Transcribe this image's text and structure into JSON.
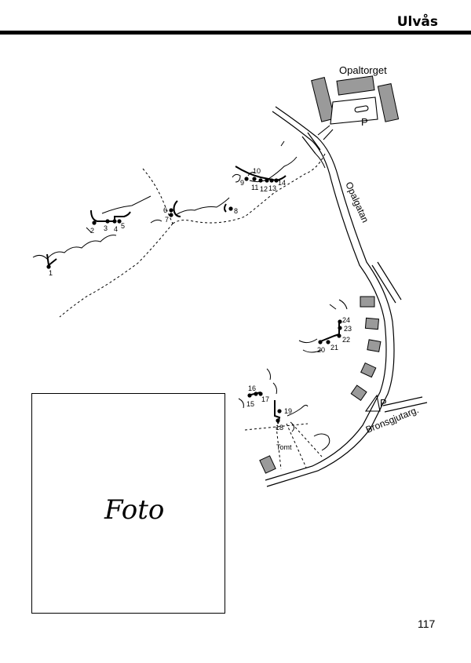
{
  "header": {
    "title": "Ulvås"
  },
  "map": {
    "places": {
      "square": "Opaltorget",
      "main_street": "Opalgatan",
      "side_street": "Bronsgjutarg.",
      "lot": "Tomt"
    },
    "parking_label": "P",
    "parking_label_2": "P",
    "markers": [
      "1",
      "2",
      "3",
      "4",
      "5",
      "6",
      "7",
      "8",
      "9",
      "10",
      "11",
      "12",
      "13",
      "14",
      "15",
      "16",
      "17",
      "18",
      "19",
      "20",
      "21",
      "22",
      "23",
      "24"
    ]
  },
  "photo": {
    "label": "Foto"
  },
  "footer": {
    "page_number": "117"
  }
}
